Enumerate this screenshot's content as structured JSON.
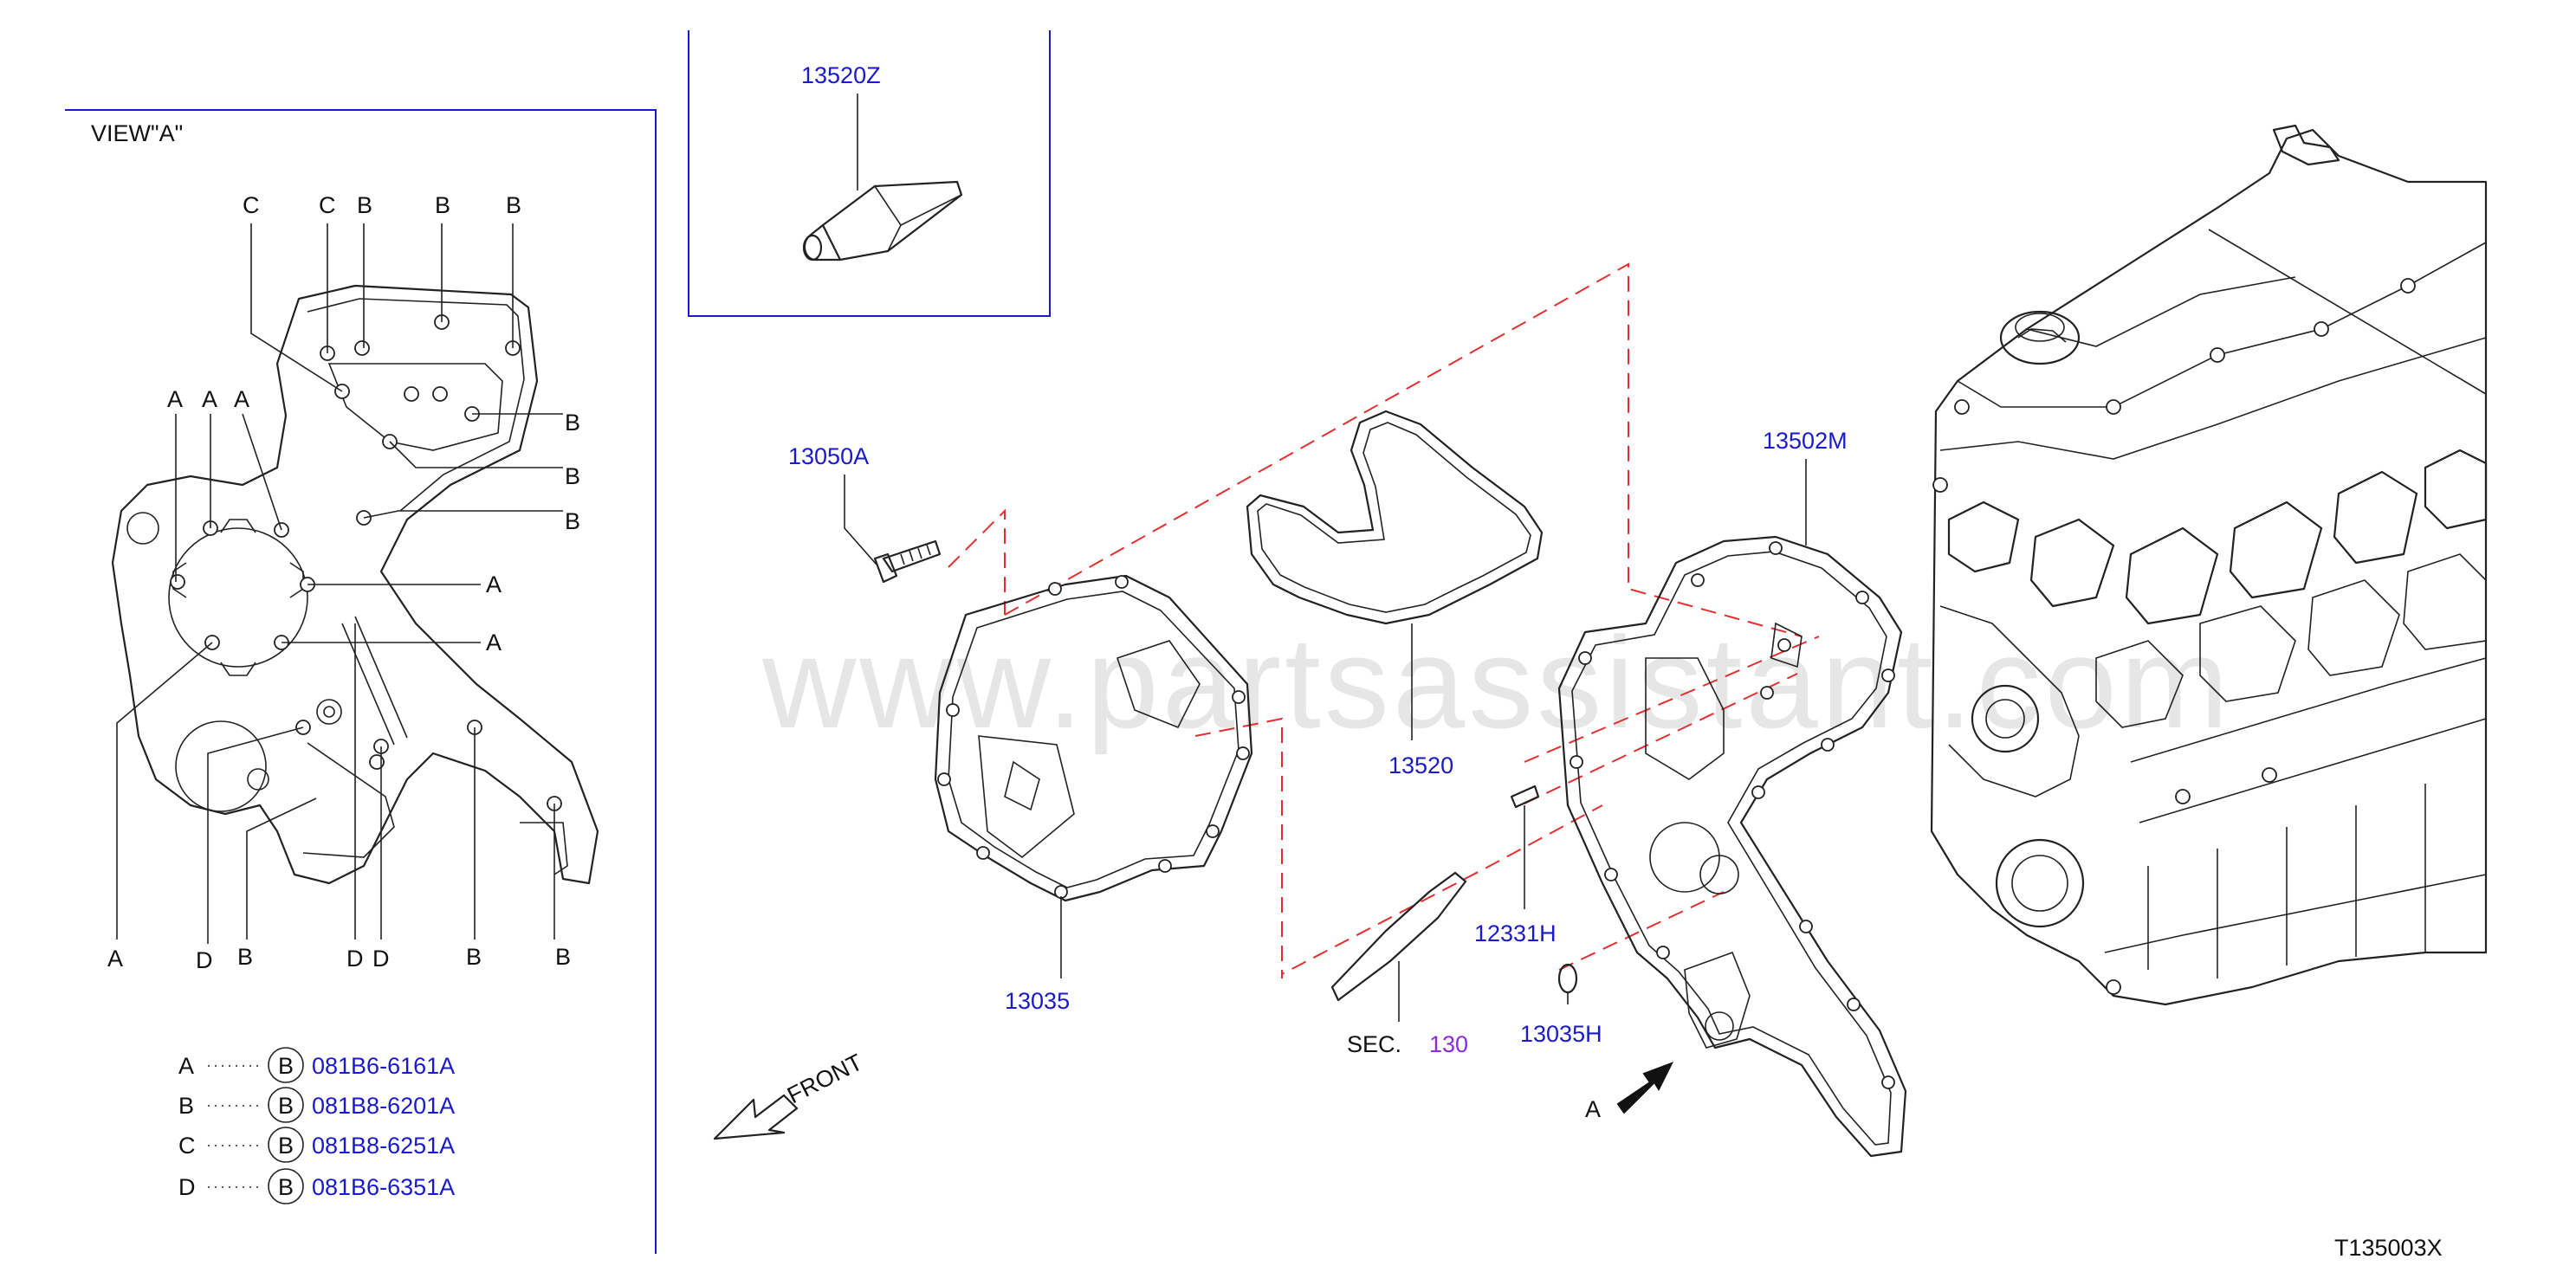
{
  "watermark": "www.partsassistant.com",
  "diagram_code": "T135003X",
  "view_label": "VIEW\"A\"",
  "front_label": "FRONT",
  "arrow_a_label": "A",
  "sec": {
    "prefix": "SEC.",
    "number": "130"
  },
  "view_letters": {
    "top": [
      "C",
      "C",
      "B",
      "B",
      "B"
    ],
    "left": [
      "A",
      "A",
      "A"
    ],
    "right": [
      "B",
      "B",
      "B",
      "A",
      "A"
    ],
    "bottom": [
      "A",
      "D",
      "B",
      "D",
      "D",
      "B",
      "B"
    ]
  },
  "legend": [
    {
      "letter": "A",
      "symbol": "B",
      "part": "081B6-6161A"
    },
    {
      "letter": "B",
      "symbol": "B",
      "part": "081B8-6201A"
    },
    {
      "letter": "C",
      "symbol": "B",
      "part": "081B8-6251A"
    },
    {
      "letter": "D",
      "symbol": "B",
      "part": "081B6-6351A"
    }
  ],
  "parts": {
    "p13520Z": "13520Z",
    "p13050A": "13050A",
    "p13502M": "13502M",
    "p13520": "13520",
    "p13035": "13035",
    "p12331H": "12331H",
    "p13035H": "13035H"
  },
  "colors": {
    "part_number": "#1a1acc",
    "sec_number": "#8a2be2",
    "dashed_lines": "#e23030",
    "frame": "#1a1acc"
  }
}
